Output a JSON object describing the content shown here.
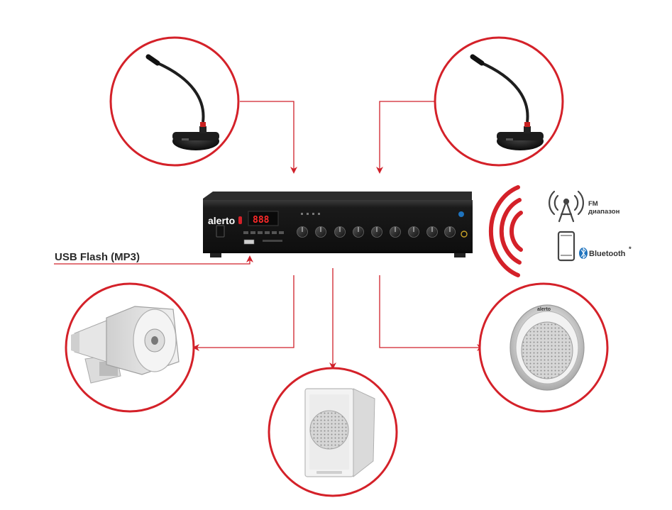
{
  "colors": {
    "accent_red": "#d0202a",
    "ring_red": "#d42129",
    "amp_body": "#1c1c1c",
    "display_red": "#ff2a2a",
    "bluetooth_blue": "#1e73be"
  },
  "amplifier": {
    "brand": "alerto",
    "display": "888",
    "icon": "amplifier-icon"
  },
  "usb": {
    "label": "USB Flash (MP3)"
  },
  "wireless": {
    "fm_line1": "FM",
    "fm_line2": "диапазон",
    "bluetooth_label": "Bluetooth",
    "bluetooth_mark": "*",
    "fm_icon": "radio-tower-icon",
    "phone_icon": "smartphone-icon",
    "bluetooth_icon": "bluetooth-icon",
    "waves_icon": "signal-waves-icon"
  },
  "devices": {
    "mic_left_icon": "gooseneck-microphone-icon",
    "mic_right_icon": "gooseneck-microphone-icon",
    "horn_icon": "horn-speaker-icon",
    "wall_speaker_icon": "wall-speaker-icon",
    "ceiling_speaker_icon": "ceiling-speaker-icon",
    "ceiling_speaker_brand": "alerto"
  }
}
